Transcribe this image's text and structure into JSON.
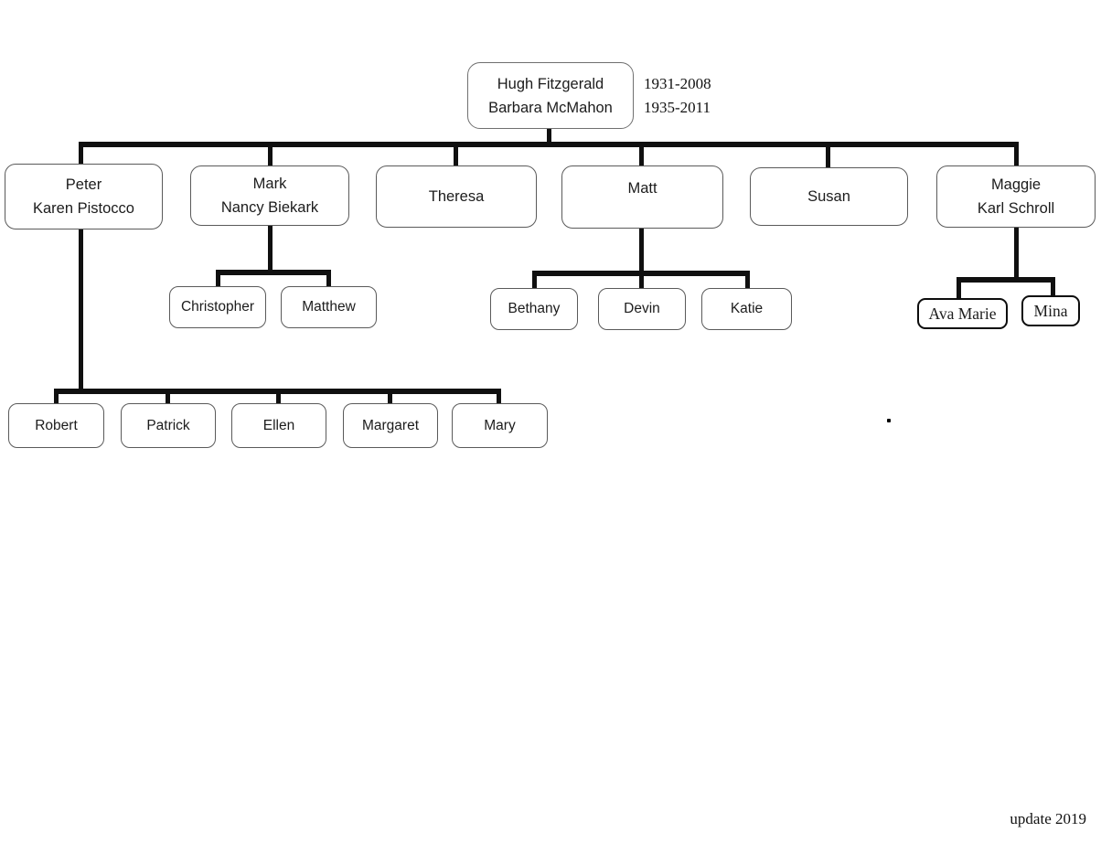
{
  "diagram_type": "family-tree",
  "root": {
    "name_line1": "Hugh Fitzgerald",
    "name_line2": "Barbara McMahon",
    "years_line1": "1931-2008",
    "years_line2": "1935-2011"
  },
  "nodes": {
    "peter": {
      "line1": "Peter",
      "line2": "Karen Pistocco"
    },
    "mark": {
      "line1": "Mark",
      "line2": "Nancy Biekark"
    },
    "theresa": {
      "line1": "Theresa"
    },
    "matt": {
      "line1": "Matt"
    },
    "susan": {
      "line1": "Susan"
    },
    "maggie": {
      "line1": "Maggie",
      "line2": "Karl Schroll"
    },
    "christopher": {
      "line1": "Christopher"
    },
    "matthew": {
      "line1": "Matthew"
    },
    "bethany": {
      "line1": "Bethany"
    },
    "devin": {
      "line1": "Devin"
    },
    "katie": {
      "line1": "Katie"
    },
    "ava_marie": {
      "line1": "Ava Marie"
    },
    "mina": {
      "line1": "Mina"
    },
    "robert": {
      "line1": "Robert"
    },
    "patrick": {
      "line1": "Patrick"
    },
    "ellen": {
      "line1": "Ellen"
    },
    "margaret": {
      "line1": "Margaret"
    },
    "mary": {
      "line1": "Mary"
    }
  },
  "families": {
    "hugh_barbara_children": [
      "Peter",
      "Mark",
      "Theresa",
      "Matt",
      "Susan",
      "Maggie"
    ],
    "peter_children": [
      "Robert",
      "Patrick",
      "Ellen",
      "Margaret",
      "Mary"
    ],
    "mark_children": [
      "Christopher",
      "Matthew"
    ],
    "matt_children": [
      "Bethany",
      "Devin",
      "Katie"
    ],
    "maggie_children": [
      "Ava Marie",
      "Mina"
    ]
  },
  "footer_note": "update 2019"
}
